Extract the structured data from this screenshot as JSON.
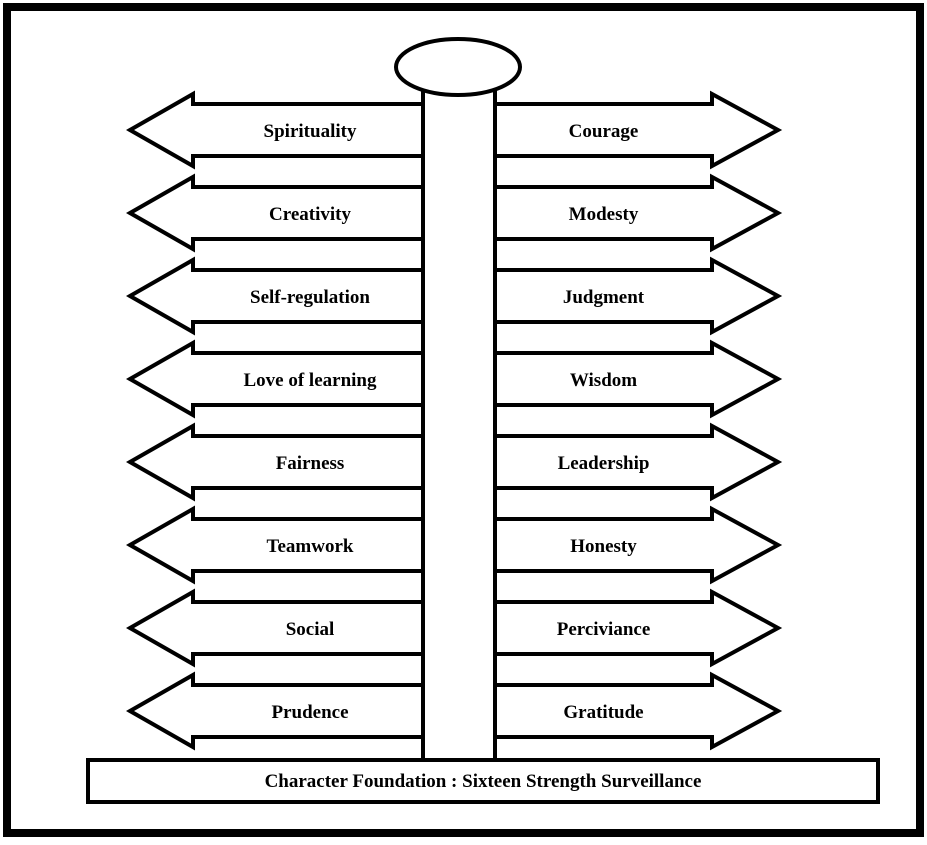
{
  "diagram": {
    "left_strengths": [
      "Spirituality",
      "Creativity",
      "Self-regulation",
      "Love of learning",
      "Fairness",
      "Teamwork",
      "Social",
      "Prudence"
    ],
    "right_strengths": [
      "Courage",
      "Modesty",
      "Judgment",
      "Wisdom",
      "Leadership",
      "Honesty",
      "Perciviance",
      "Gratitude"
    ],
    "foundation_label": "Character Foundation :  Sixteen Strength Surveillance"
  },
  "colors": {
    "stroke": "#000000",
    "fill": "#ffffff"
  }
}
